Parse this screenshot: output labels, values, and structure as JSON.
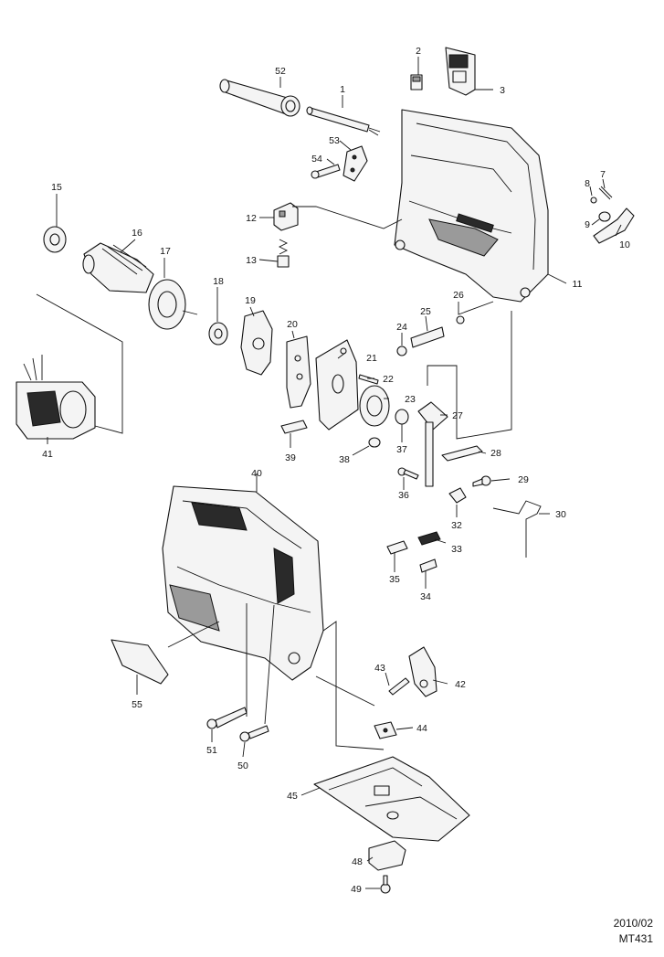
{
  "diagram": {
    "callouts": [
      "1",
      "2",
      "3",
      "7",
      "8",
      "9",
      "10",
      "11",
      "12",
      "13",
      "15",
      "16",
      "17",
      "18",
      "19",
      "20",
      "21",
      "22",
      "23",
      "24",
      "25",
      "26",
      "27",
      "28",
      "29",
      "30",
      "32",
      "33",
      "34",
      "35",
      "36",
      "37",
      "38",
      "39",
      "40",
      "41",
      "42",
      "43",
      "44",
      "45",
      "48",
      "49",
      "50",
      "51",
      "52",
      "53",
      "54",
      "55"
    ]
  },
  "footer": {
    "date": "2010/02",
    "model": "MT431"
  }
}
